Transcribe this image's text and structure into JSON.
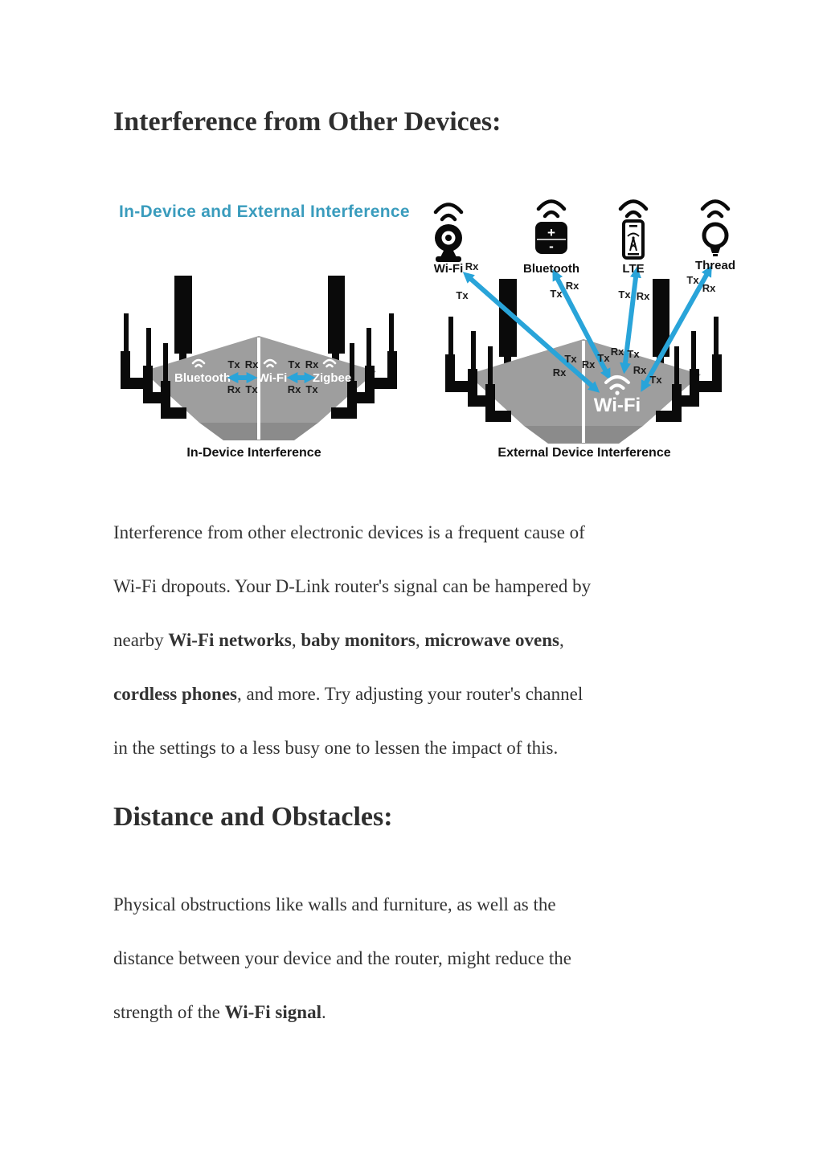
{
  "page": {
    "heading_interference": "Interference from Other Devices:",
    "heading_distance": "Distance and Obstacles:"
  },
  "diagram": {
    "title": "In-Device and External Interference",
    "colors": {
      "title": "#3a9cbd",
      "arrow": "#29a4d9",
      "router_body": "#9e9e9e",
      "router_face": "#8b8b8b",
      "antenna": "#0a0a0a"
    },
    "tx": "Tx",
    "rx": "Rx",
    "left": {
      "caption": "In-Device Interference",
      "radios": [
        {
          "label": "Bluetooth"
        },
        {
          "label": "Wi-Fi"
        },
        {
          "label": "Zigbee"
        }
      ]
    },
    "right": {
      "caption": "External Device Interference",
      "router_label": "Wi-Fi",
      "devices": [
        {
          "label": "Wi-Fi",
          "icon": "webcam-icon"
        },
        {
          "label": "Bluetooth",
          "icon": "speaker-icon"
        },
        {
          "label": "LTE",
          "icon": "smartphone-icon"
        },
        {
          "label": "Thread",
          "icon": "lightbulb-icon"
        },
        {
          "label": "+",
          "minus": "-"
        }
      ]
    }
  },
  "paragraphs": {
    "interference": {
      "lines": {
        "l1": [
          {
            "t": "Interference from other electronic devices is a frequent cause of"
          }
        ],
        "l2": [
          {
            "t": "Wi-Fi dropouts. Your D-Link router's signal can be hampered by"
          }
        ],
        "l3": [
          {
            "t": "nearby "
          },
          {
            "t": "Wi-Fi networks",
            "b": true
          },
          {
            "t": ", "
          },
          {
            "t": "baby monitors",
            "b": true
          },
          {
            "t": ", "
          },
          {
            "t": "microwave ovens",
            "b": true
          },
          {
            "t": ","
          }
        ],
        "l4": [
          {
            "t": "cordless phones",
            "b": true
          },
          {
            "t": ", and more. Try adjusting your router's channel"
          }
        ],
        "l5": [
          {
            "t": "in the settings to a less busy one to lessen the impact of this."
          }
        ]
      }
    },
    "distance": {
      "lines": {
        "l1": [
          {
            "t": "Physical obstructions like walls and furniture, as well as the"
          }
        ],
        "l2": [
          {
            "t": "distance between your device and the router, might reduce the"
          }
        ],
        "l3": [
          {
            "t": "strength of the "
          },
          {
            "t": "Wi-Fi signal",
            "b": true
          },
          {
            "t": "."
          }
        ]
      }
    }
  }
}
